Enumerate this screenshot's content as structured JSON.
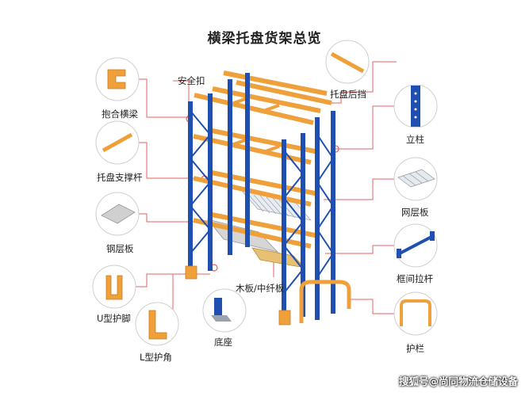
{
  "title": "横梁托盘货架总览",
  "colors": {
    "orange": "#f0a03a",
    "blue": "#1f4fb0",
    "callout": "#e46060",
    "circle_edge": "#c9c9c9"
  },
  "components": {
    "safety_pin": "安全扣",
    "beam_hook": "抱合横梁",
    "pallet_support": "托盘支撑杆",
    "steel_shelf": "钢层板",
    "u_guard": "U型护脚",
    "l_guard": "L型护角",
    "base_plate": "底座",
    "wood_board": "木板/中纤板",
    "pallet_stop": "托盘后挡",
    "upright": "立柱",
    "wire_deck": "网层板",
    "frame_bracing": "框间拉杆",
    "guardrail": "护栏"
  },
  "watermark": "搜狐号@尚同物流仓储设备"
}
